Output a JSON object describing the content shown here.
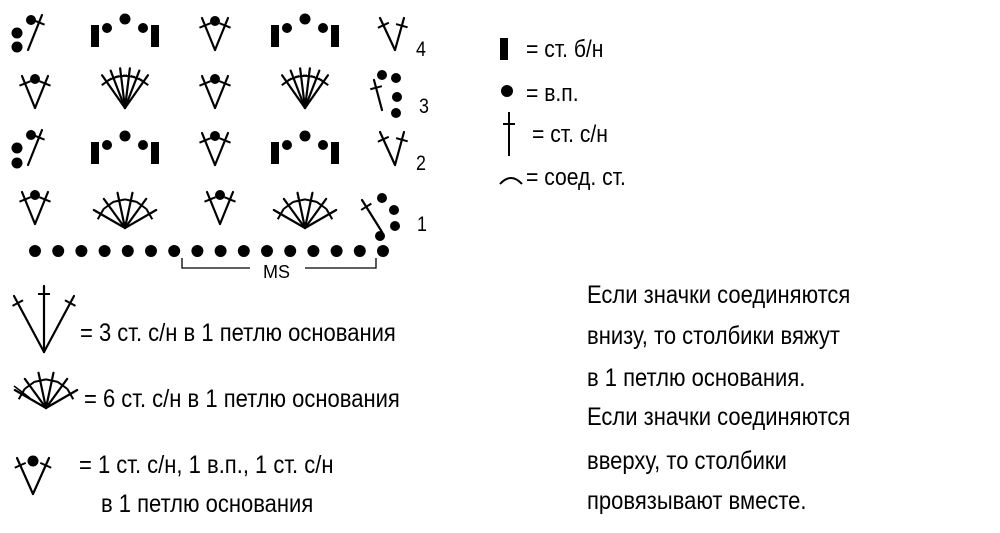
{
  "diagram": {
    "row_numbers": [
      "4",
      "3",
      "2",
      "1"
    ],
    "repeat_label": "MS"
  },
  "legend": {
    "sc": "= ст. б/н",
    "ch": "= в.п.",
    "dc": "= ст. с/н",
    "slst": "= соед. ст.",
    "dc3": "= 3 ст. с/н в 1 петлю основания",
    "dc6": "= 6 ст. с/н в 1 петлю основания",
    "vst_line1": "= 1 ст. с/н, 1 в.п., 1 ст. с/н",
    "vst_line2": "в 1 петлю основания"
  },
  "notes": [
    "Если значки соединяются",
    "внизу, то столбики вяжут",
    "в 1 петлю основания.",
    "Если значки соединяются",
    "вверху, то столбики",
    "провязывают вместе."
  ]
}
